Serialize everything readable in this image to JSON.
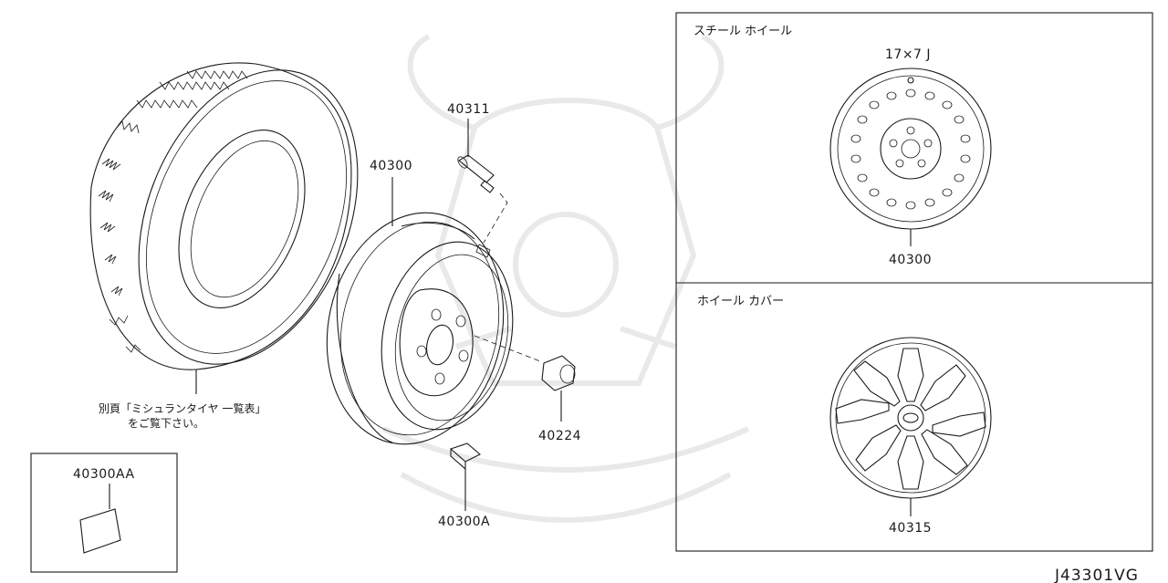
{
  "diagram": {
    "code": "J43301VG",
    "tire_note_line1": "別頁「ミシュランタイヤ 一覧表」",
    "tire_note_line2": "をご覧下さい。",
    "parts": {
      "valve": "40311",
      "wheel": "40300",
      "nut": "40224",
      "weight": "40300A",
      "weight_kit": "40300AA"
    },
    "panel_steel": {
      "title": "スチール ホイール",
      "size": "17×7 J",
      "part": "40300"
    },
    "panel_cover": {
      "title": "ホイール カバー",
      "part": "40315"
    }
  }
}
